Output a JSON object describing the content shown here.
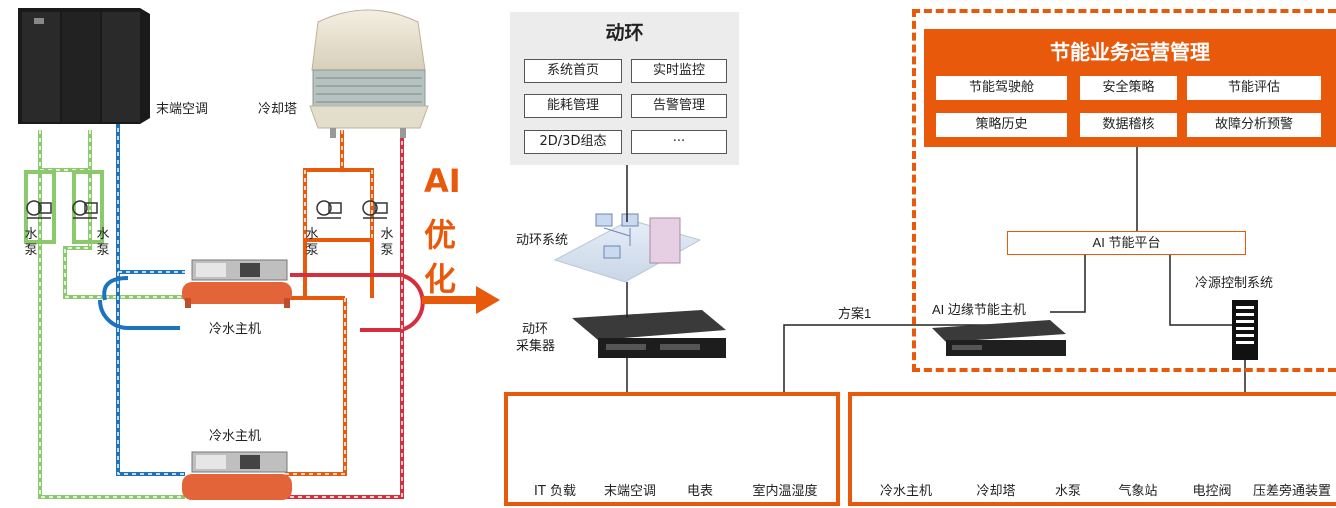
{
  "left": {
    "terminal_ac_label": "末端空调",
    "cooling_tower_label": "冷却塔",
    "chiller_top_label": "冷水主机",
    "chiller_bottom_label": "冷水主机",
    "pump_labels": [
      "水泵",
      "水泵",
      "水泵",
      "水泵"
    ]
  },
  "ai_arrow": {
    "line1": "AI",
    "line2": "优",
    "line3": "化"
  },
  "donghuan": {
    "title": "动环",
    "buttons": [
      "系统首页",
      "实时监控",
      "能耗管理",
      "告警管理",
      "2D/3D组态",
      "···"
    ],
    "system_label": "动环系统",
    "collector_label_1": "动环",
    "collector_label_2": "采集器"
  },
  "it_box": {
    "labels": [
      "IT 负载",
      "末端空调",
      "电表",
      "室内温湿度"
    ]
  },
  "ops": {
    "title": "节能业务运营管理",
    "buttons": [
      "节能驾驶舱",
      "安全策略",
      "节能评估",
      "策略历史",
      "数据稽核",
      "故障分析预警"
    ]
  },
  "ai_platform_label": "AI 节能平台",
  "edge_host_label": "AI 边缘节能主机",
  "cold_source_label": "冷源控制系统",
  "scheme_label": "方案1",
  "device_box": {
    "labels": [
      "冷水主机",
      "冷却塔",
      "水泵",
      "气象站",
      "电控阀",
      "压差旁通装置"
    ]
  },
  "colors": {
    "accent": "#e8590c",
    "green_pipe": "#8cc86c",
    "blue_pipe": "#1e73be",
    "orange_pipe": "#e8590c",
    "red_pipe": "#d62e3c"
  }
}
